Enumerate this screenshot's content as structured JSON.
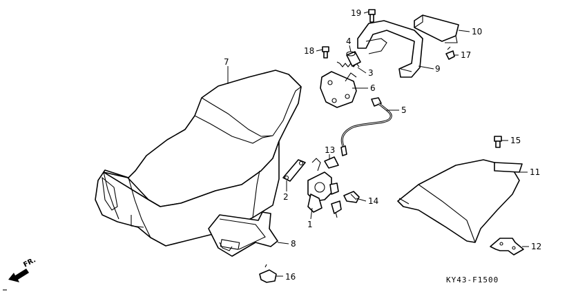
{
  "diagram_code": "KY43-F1500",
  "direction_label": "FR.",
  "parts": [
    {
      "id": "seat",
      "label": "7"
    },
    {
      "id": "stopper",
      "label": "2"
    },
    {
      "id": "latch",
      "label": "1"
    },
    {
      "id": "stay",
      "label": "13"
    },
    {
      "id": "bolt-14",
      "label": "14"
    },
    {
      "id": "cable",
      "label": "5"
    },
    {
      "id": "hinge",
      "label": "6"
    },
    {
      "id": "spring",
      "label": "3"
    },
    {
      "id": "collar",
      "label": "4"
    },
    {
      "id": "bolt-18",
      "label": "18"
    },
    {
      "id": "bolt-19",
      "label": "19"
    },
    {
      "id": "handle",
      "label": "9"
    },
    {
      "id": "plate",
      "label": "10"
    },
    {
      "id": "bolt-17",
      "label": "17"
    },
    {
      "id": "bolt-15",
      "label": "15"
    },
    {
      "id": "cowl",
      "label": "11"
    },
    {
      "id": "bracket",
      "label": "12"
    },
    {
      "id": "tray",
      "label": "8"
    },
    {
      "id": "knob",
      "label": "16"
    }
  ]
}
